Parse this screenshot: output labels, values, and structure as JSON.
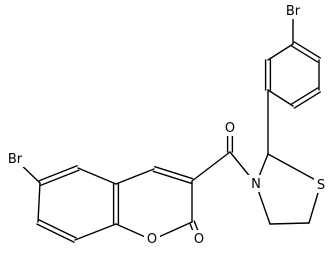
{
  "molecule": {
    "atoms": {
      "br_top": {
        "symbol": "Br"
      },
      "br_left": {
        "symbol": "Br"
      },
      "o_ketone": {
        "symbol": "O"
      },
      "n_ring": {
        "symbol": "N"
      },
      "s_ring": {
        "symbol": "S"
      },
      "o_ring": {
        "symbol": "O"
      },
      "o_lactone": {
        "symbol": "O"
      }
    }
  }
}
